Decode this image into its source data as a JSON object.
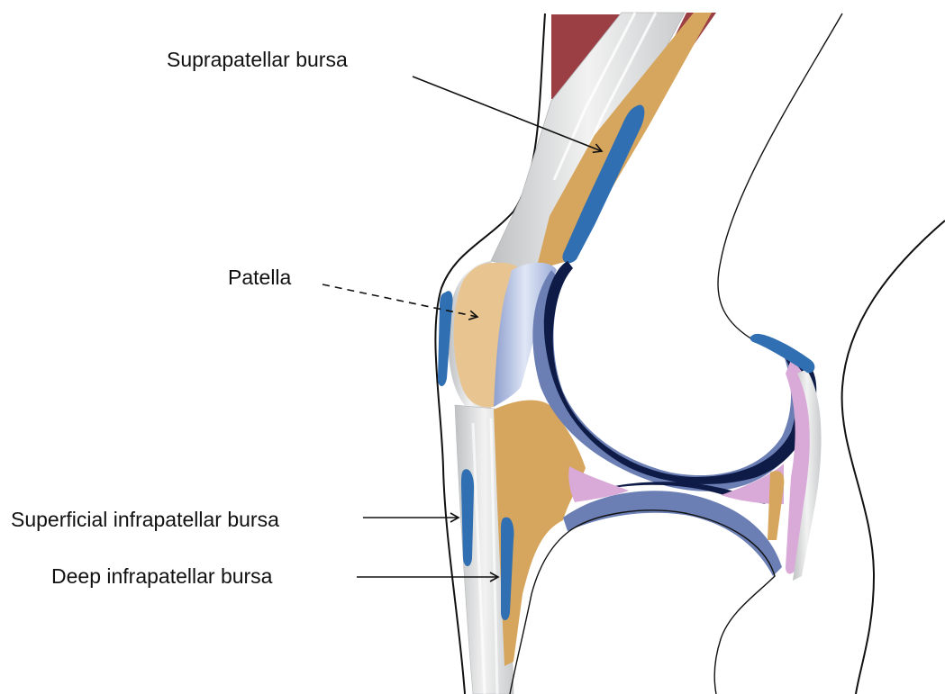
{
  "labels": {
    "suprapatellar_bursa": "Suprapatellar bursa",
    "patella": "Patella",
    "superficial_infrapatellar_bursa": "Superficial infrapatellar bursa",
    "deep_infrapatellar_bursa": "Deep infrapatellar bursa"
  },
  "colors": {
    "muscle": "#9b3f45",
    "tendon": "#d9dadb",
    "fat": "#d7a65e",
    "patella": "#e8c491",
    "cartilage": "#a9b8de",
    "femur_cortex": "#6b7fb5",
    "joint_space": "#0f1b47",
    "bursa": "#2f6fb2",
    "synovium": "#d9a9d8",
    "outline": "#111111"
  }
}
